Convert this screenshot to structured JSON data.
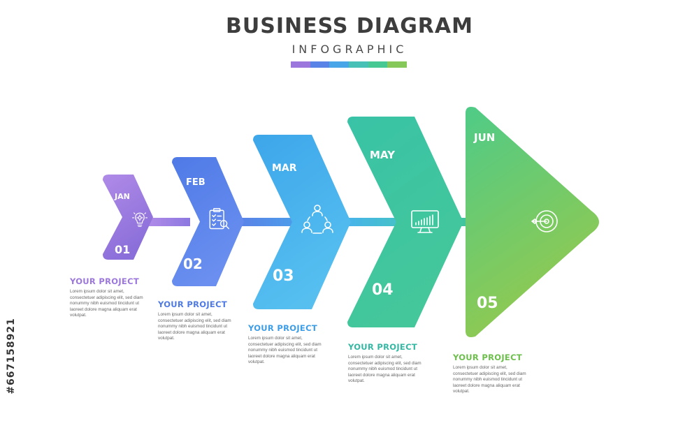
{
  "header": {
    "title": "BUSINESS DIAGRAM",
    "subtitle": "INFOGRAPHIC"
  },
  "palette": [
    "#9b77dd",
    "#5a83e8",
    "#48a6e8",
    "#47c0b5",
    "#47c993",
    "#86c859"
  ],
  "watermark_id": "#667158921",
  "steps": [
    {
      "month": "JAN",
      "number": "01",
      "icon": "lightbulb-gear-icon",
      "heading": "YOUR PROJECT",
      "text": "Lorem ipsum dolor sit amet, consectetuer adipiscing elit, sed diam nonummy nibh euismod tincidunt ut laoreet dolore magna aliquam erat volutpat.",
      "color_top": "#b08be8",
      "color_bottom": "#8a6ed9",
      "head_color": "#9b77dd"
    },
    {
      "month": "FEB",
      "number": "02",
      "icon": "clipboard-search-icon",
      "heading": "YOUR PROJECT",
      "text": "Lorem ipsum dolor sit amet, consectetuer adipiscing elit, sed diam nonummy nibh euismod tincidunt ut laoreet dolore magna aliquam erat volutpat.",
      "color_top": "#4f7ae6",
      "color_bottom": "#6a8ff0",
      "head_color": "#4f7ae6"
    },
    {
      "month": "MAR",
      "number": "03",
      "icon": "team-network-icon",
      "heading": "YOUR PROJECT",
      "text": "Lorem ipsum dolor sit amet, consectetuer adipiscing elit, sed diam nonummy nibh euismod tincidunt ut laoreet dolore magna aliquam erat volutpat.",
      "color_top": "#3da6ea",
      "color_bottom": "#56bff0",
      "head_color": "#3d9de6"
    },
    {
      "month": "MAY",
      "number": "04",
      "icon": "monitor-chart-icon",
      "heading": "YOUR PROJECT",
      "text": "Lorem ipsum dolor sit amet, consectetuer adipiscing elit, sed diam nonummy nibh euismod tincidunt ut laoreet dolore magna aliquam erat volutpat.",
      "color_top": "#39c3a6",
      "color_bottom": "#44c79a",
      "head_color": "#35b8a3"
    },
    {
      "month": "JUN",
      "number": "05",
      "icon": "target-arrow-icon",
      "heading": "YOUR PROJECT",
      "text": "Lorem ipsum dolor sit amet, consectetuer adipiscing elit, sed diam nonummy nibh euismod tincidunt ut laoreet dolore magna aliquam erat volutpat.",
      "color_top": "#4fcb87",
      "color_bottom": "#93c94f",
      "head_color": "#6cbf4b"
    }
  ]
}
